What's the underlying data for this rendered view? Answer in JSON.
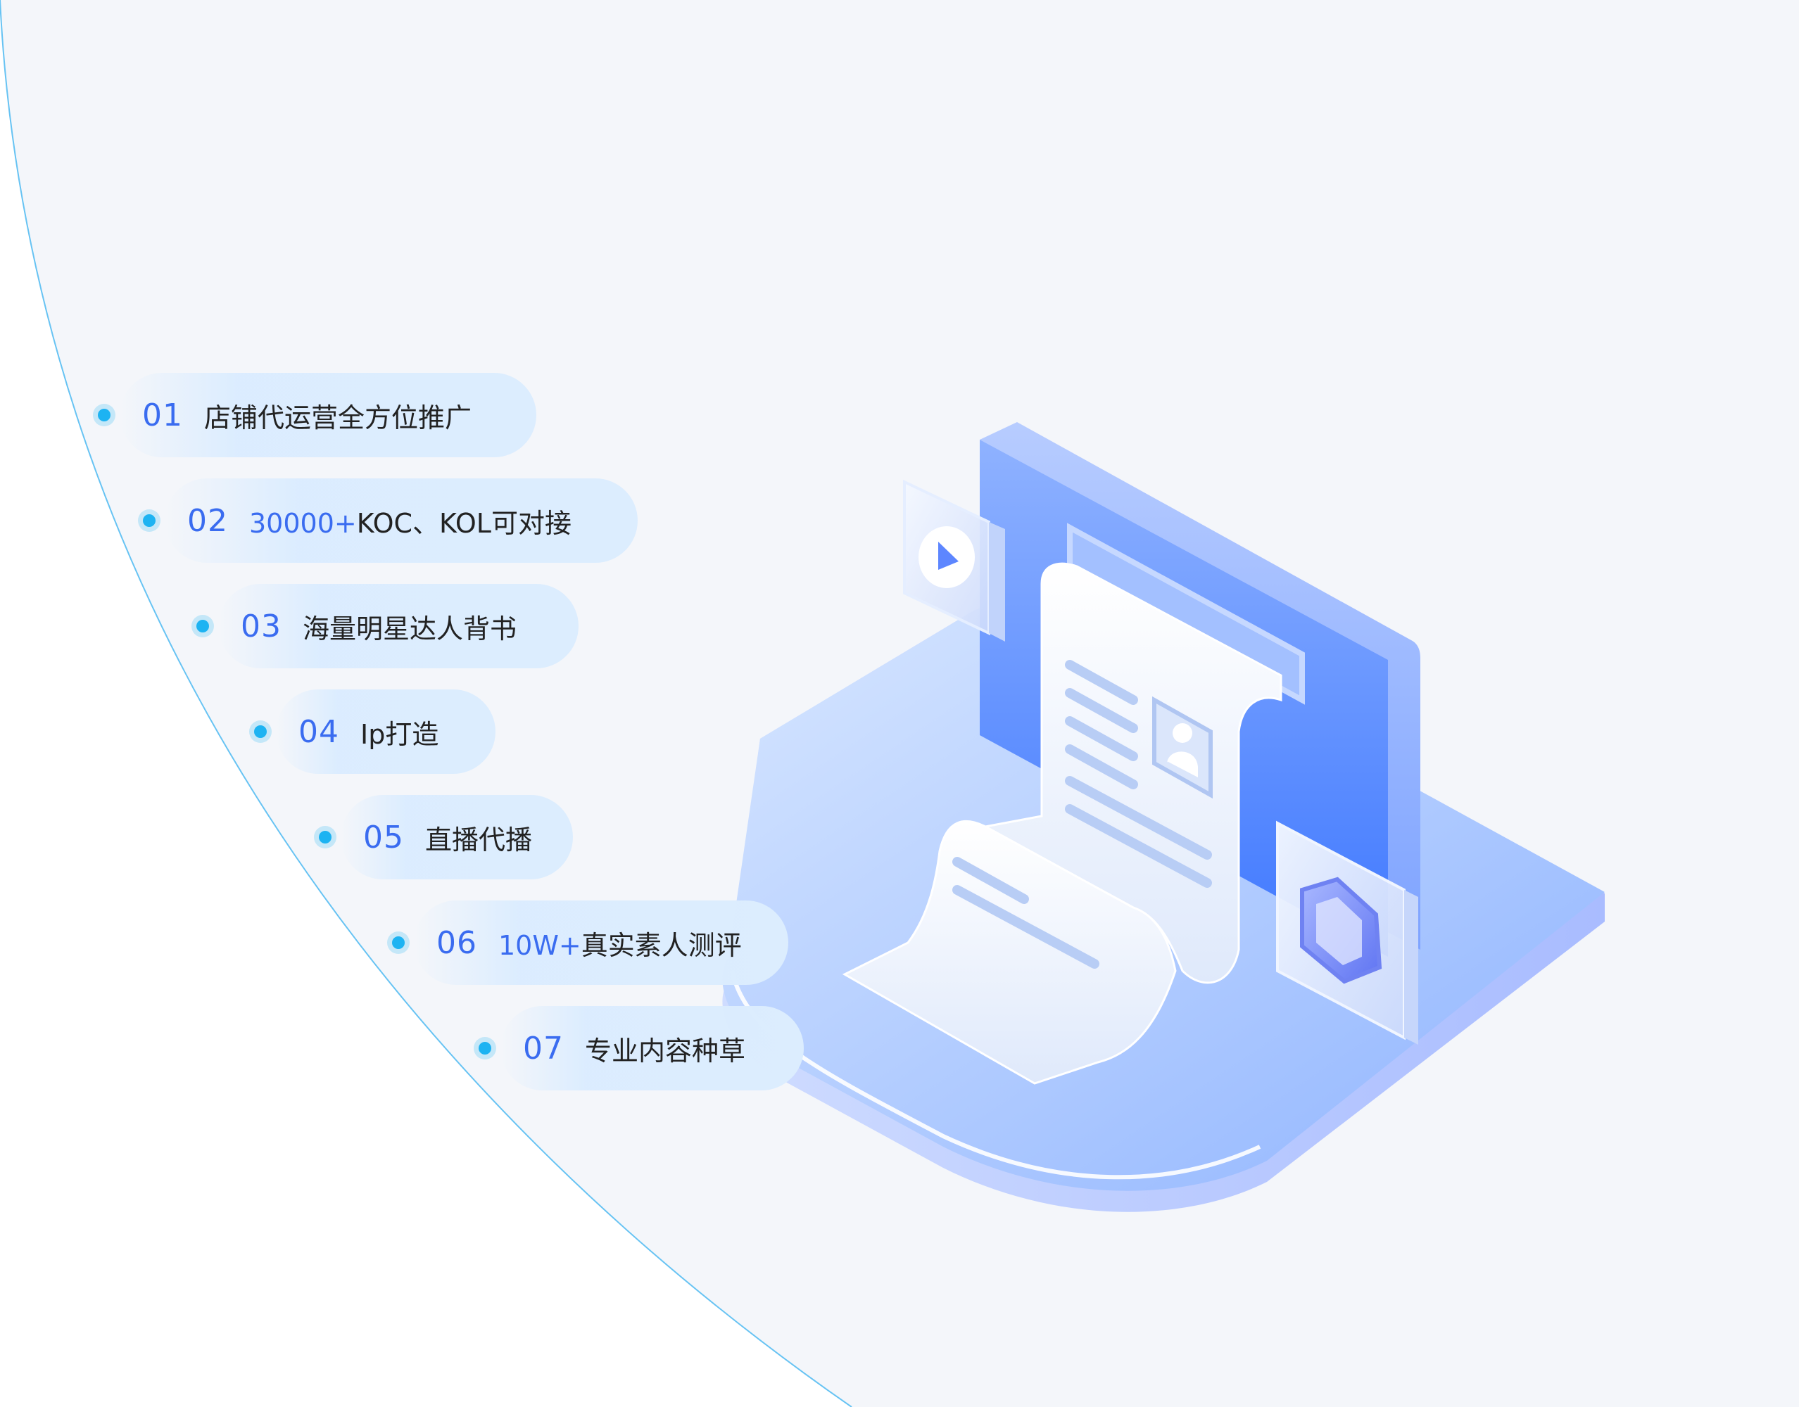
{
  "items": [
    {
      "num": "01",
      "accent": "",
      "text": "店铺代运营全方位推广"
    },
    {
      "num": "02",
      "accent": "30000+",
      "text": "KOC、KOL可对接"
    },
    {
      "num": "03",
      "accent": "",
      "text": "海量明星达人背书"
    },
    {
      "num": "04",
      "accent": "",
      "text": "Ip打造"
    },
    {
      "num": "05",
      "accent": "",
      "text": "直播代播"
    },
    {
      "num": "06",
      "accent": "10W+",
      "text": "真实素人测评"
    },
    {
      "num": "07",
      "accent": "",
      "text": "专业内容种草"
    }
  ],
  "colors": {
    "accent": "#3a6cf0",
    "dot": "#1db3f2",
    "pill": "#dcedfe",
    "panel_bg": "#f4f6fa",
    "arc_line": "#67c3f3",
    "text": "#222222"
  },
  "illustration": {
    "main": "document-receipt-illustration",
    "icons": [
      "play-icon",
      "avatar-icon",
      "hexagon-gem-icon"
    ]
  }
}
